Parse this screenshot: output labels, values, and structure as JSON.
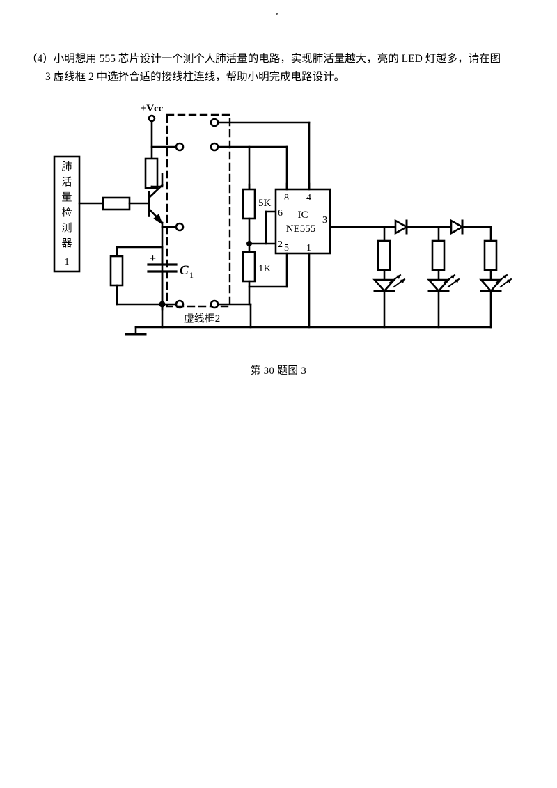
{
  "document": {
    "question_number": "(4)",
    "question_line1": "（4）小明想用 555 芯片设计一个测个人肺活量的电路，实现肺活量越大，亮的 LED 灯越多，请在图",
    "question_line2": "3 虚线框 2 中选择合适的接线柱连线，帮助小明完成电路设计。",
    "figure_caption": "第 30 题图 3"
  },
  "figure": {
    "supply_label": "+Vcc",
    "detector_box_label": "肺活量检测器1",
    "detector_box_chars": [
      "肺",
      "活",
      "量",
      "检",
      "测",
      "器",
      "1"
    ],
    "dashed_box_label": "虚线框2",
    "capacitor_label": "C",
    "capacitor_subscript": "1",
    "capacitor_polarity": "+",
    "resistor_5k_label": "5K",
    "resistor_1k_label": "1K",
    "ic_label_line1": "IC",
    "ic_label_line2": "NE555",
    "ic_pins": {
      "pin8": "8",
      "pin4": "4",
      "pin6": "6",
      "pin2": "2",
      "pin5": "5",
      "pin1": "1",
      "pin3": "3"
    },
    "component_counts": {
      "leds": 3,
      "series_diodes": 2,
      "led_resistors": 3,
      "terminal_posts": 6
    },
    "colors": {
      "line": "#000000",
      "background": "#ffffff"
    }
  }
}
